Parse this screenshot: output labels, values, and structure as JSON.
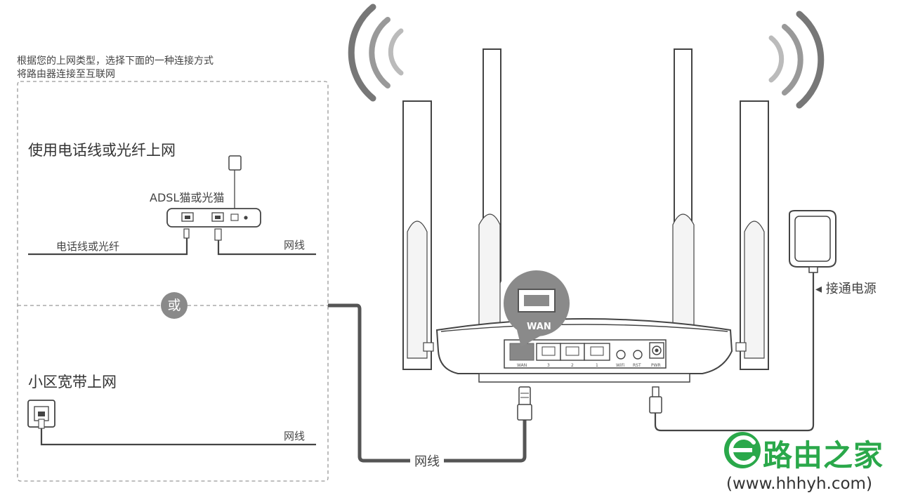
{
  "intro": {
    "line1": "根据您的上网类型，选择下面的一种连接方式",
    "line2": "将路由器连接至互联网"
  },
  "option_phone": {
    "title": "使用电话线或光纤上网",
    "modem_label": "ADSL猫或光猫",
    "line_label": "电话线或光纤",
    "cable_label": "网线"
  },
  "separator": {
    "or_label": "或"
  },
  "option_broadband": {
    "title": "小区宽带上网",
    "cable_label": "网线"
  },
  "router": {
    "wan_callout": "WAN",
    "ports": [
      "WAN",
      "3",
      "2",
      "1",
      "WiFi",
      "RST",
      "PWR"
    ]
  },
  "power": {
    "label": "◂ 接通电源"
  },
  "main_cable": {
    "label": "网线"
  },
  "watermark": {
    "name": "路由之家",
    "url": "(www.hhhyh.com)"
  },
  "colors": {
    "brand_green": "#2aa84a",
    "cable_dark": "#555555",
    "device_outline": "#444444",
    "wifi_wave": "#9a9a9a",
    "badge_gray": "#8a8a8a"
  }
}
